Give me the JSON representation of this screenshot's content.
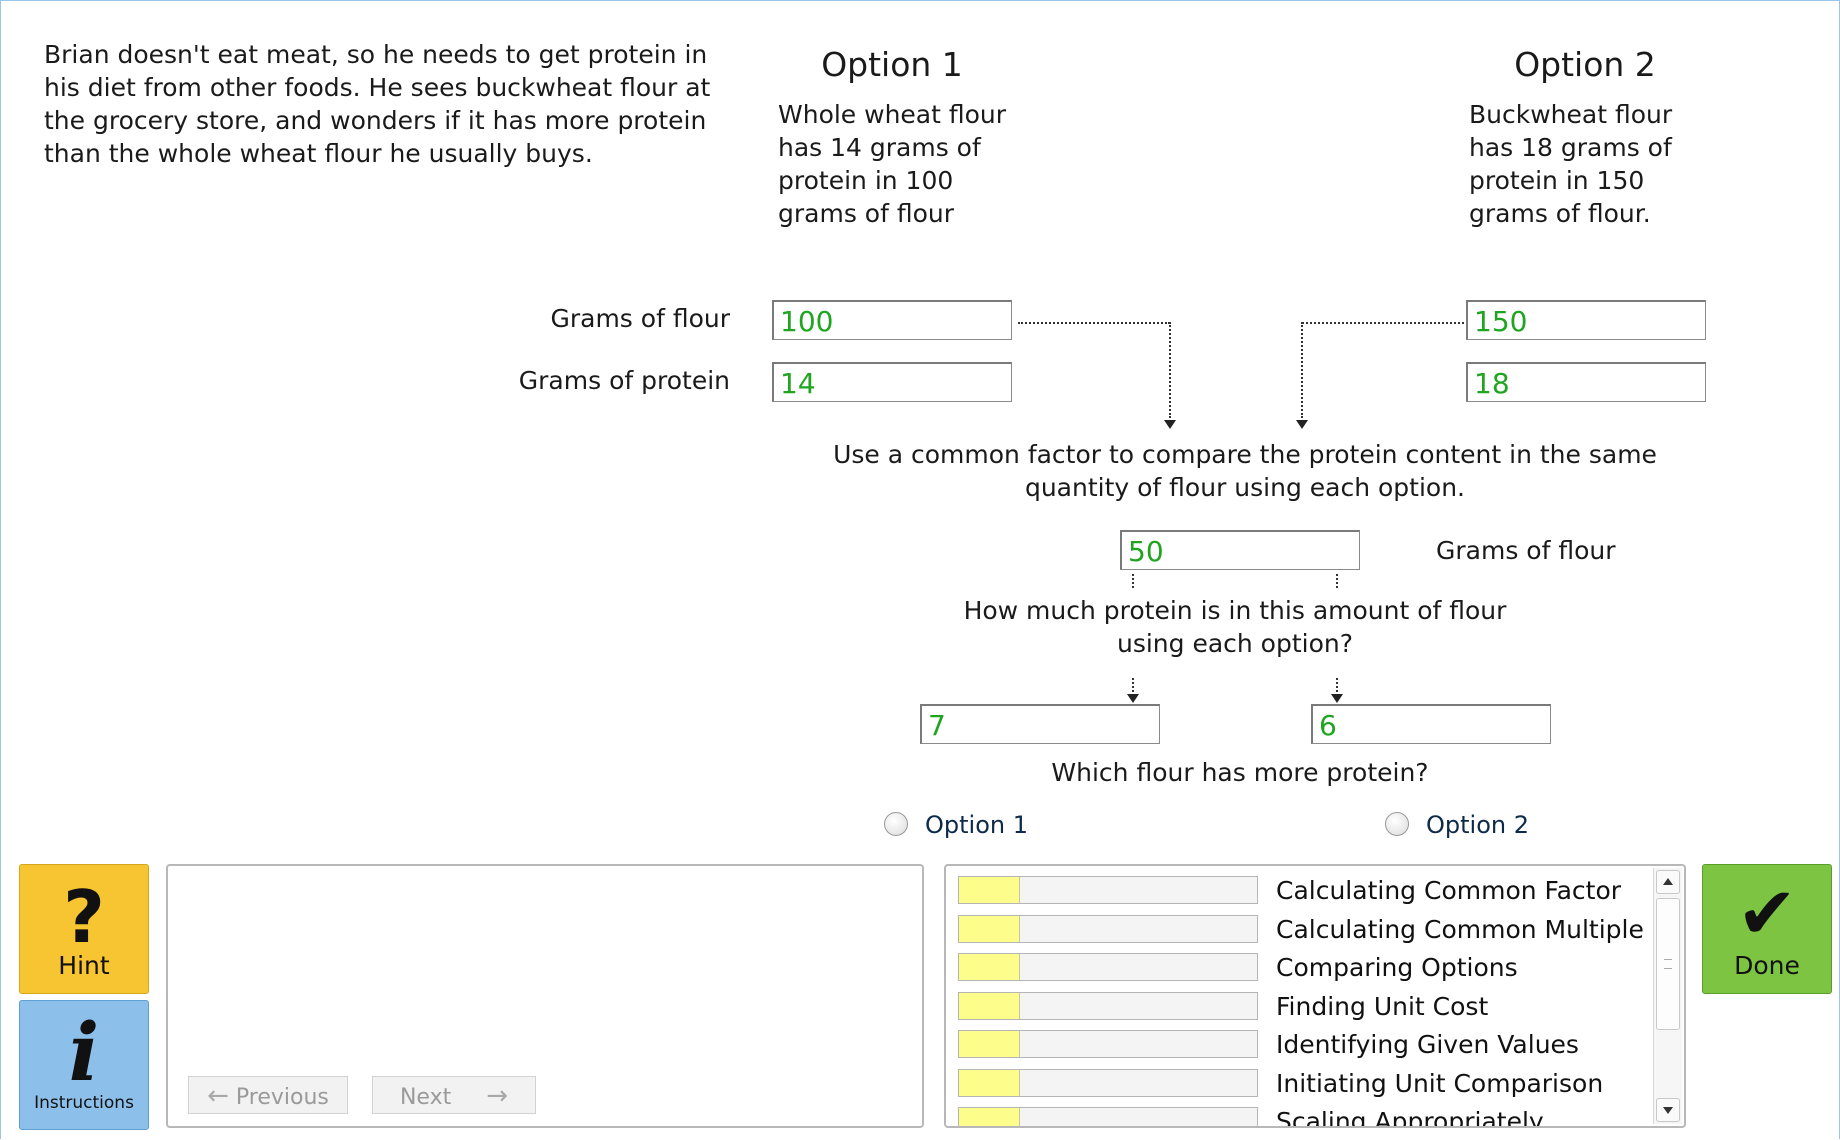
{
  "problem_text": "Brian doesn't eat meat, so he needs to get protein in his diet from other foods. He sees buckwheat flour at the grocery store, and wonders if it has more protein than the whole wheat flour he usually buys.",
  "option1": {
    "title": "Option 1",
    "desc_lines": [
      "Whole wheat flour",
      "has 14 grams of",
      "protein in 100",
      "grams of flour"
    ],
    "flour_value": "100",
    "protein_value": "14",
    "protein_in_common": "7",
    "radio_label": "Option 1"
  },
  "option2": {
    "title": "Option 2",
    "desc_lines": [
      "Buckwheat flour",
      "has 18 grams of",
      "protein in 150",
      "grams of flour."
    ],
    "flour_value": "150",
    "protein_value": "18",
    "protein_in_common": "6",
    "radio_label": "Option 2"
  },
  "labels": {
    "grams_of_flour": "Grams of flour",
    "grams_of_protein": "Grams of protein",
    "common_factor_line1": "Use a common factor to compare the protein content in the same",
    "common_factor_line2": "quantity of flour using each option.",
    "common_unit": "Grams of flour",
    "how_much_line1": "How much protein is in this amount of flour",
    "how_much_line2": "using each option?",
    "which_flour": "Which flour has more protein?"
  },
  "common_factor_value": "50",
  "toolbar": {
    "hint_label": "Hint",
    "instructions_label": "Instructions",
    "previous_label": "Previous",
    "next_label": "Next",
    "done_label": "Done"
  },
  "skills": [
    {
      "name": "Calculating Common Factor",
      "mastery": 0.2
    },
    {
      "name": "Calculating Common Multiple",
      "mastery": 0.2
    },
    {
      "name": "Comparing Options",
      "mastery": 0.2
    },
    {
      "name": "Finding Unit Cost",
      "mastery": 0.2
    },
    {
      "name": "Identifying Given Values",
      "mastery": 0.2
    },
    {
      "name": "Initiating Unit Comparison",
      "mastery": 0.2
    },
    {
      "name": "Scaling Appropriately",
      "mastery": 0.2
    }
  ],
  "colors": {
    "answer_text": "#1fa51f",
    "hint_bg": "#f7c531",
    "instructions_bg": "#8cc0ea",
    "done_bg": "#7dc442",
    "skill_fill": "#fdfd8c"
  }
}
